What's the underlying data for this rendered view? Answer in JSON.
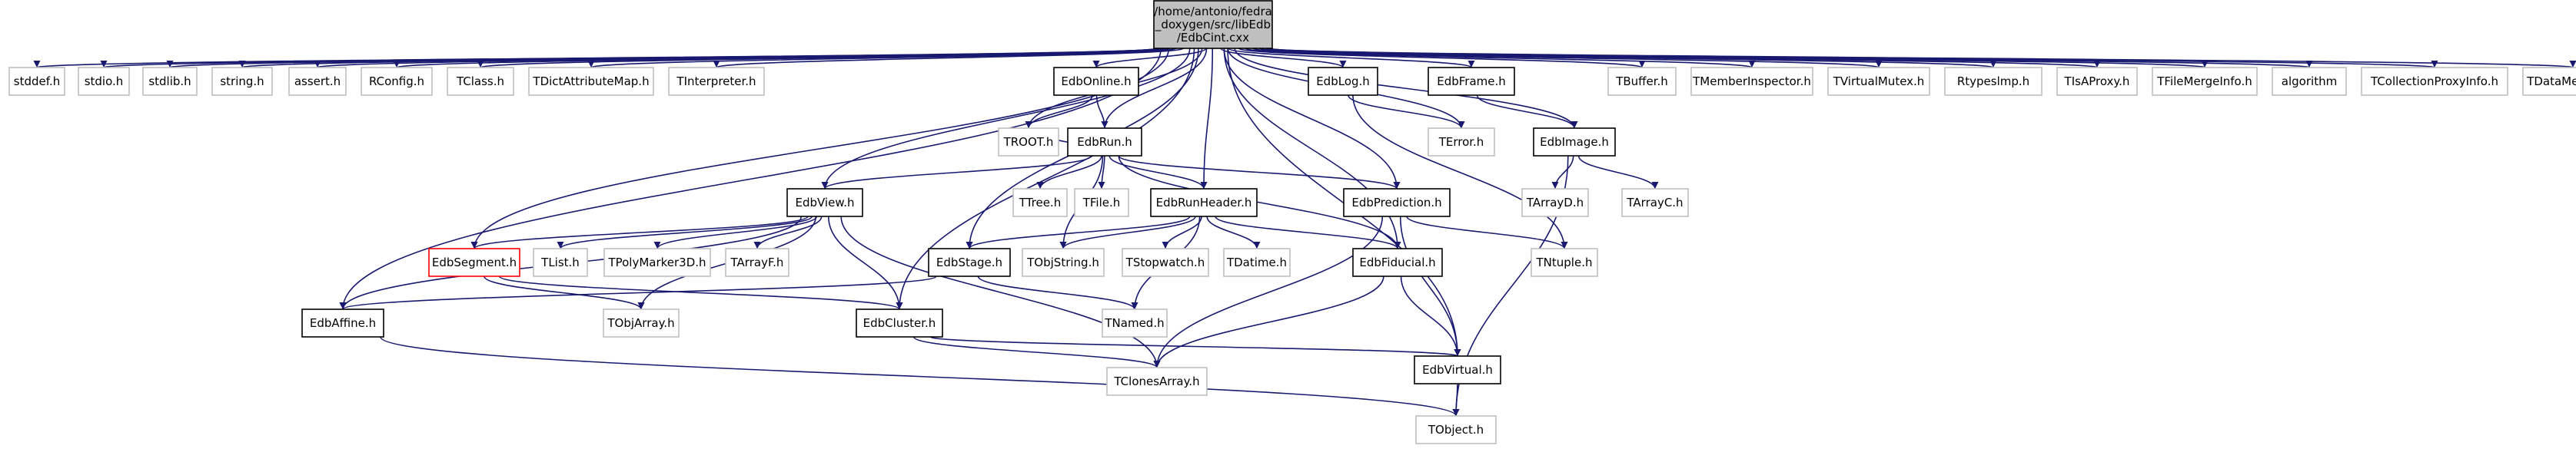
{
  "graph": {
    "root_label": [
      "/home/antonio/fedra",
      "_doxygen/src/libEdb",
      "/EdbCint.cxx"
    ],
    "nodes": [
      {
        "id": "root",
        "label": [
          "/home/antonio/fedra",
          "_doxygen/src/libEdb",
          "/EdbCint.cxx"
        ],
        "kind": "root"
      },
      {
        "id": "stddef",
        "label": [
          "stddef.h"
        ],
        "kind": "external"
      },
      {
        "id": "stdio",
        "label": [
          "stdio.h"
        ],
        "kind": "external"
      },
      {
        "id": "stdlib",
        "label": [
          "stdlib.h"
        ],
        "kind": "external"
      },
      {
        "id": "string",
        "label": [
          "string.h"
        ],
        "kind": "external"
      },
      {
        "id": "assert",
        "label": [
          "assert.h"
        ],
        "kind": "external"
      },
      {
        "id": "rconfig",
        "label": [
          "RConfig.h"
        ],
        "kind": "external"
      },
      {
        "id": "tclass",
        "label": [
          "TClass.h"
        ],
        "kind": "external"
      },
      {
        "id": "tdictattr",
        "label": [
          "TDictAttributeMap.h"
        ],
        "kind": "external"
      },
      {
        "id": "tinterp",
        "label": [
          "TInterpreter.h"
        ],
        "kind": "external"
      },
      {
        "id": "edbonline",
        "label": [
          "EdbOnline.h"
        ],
        "kind": "local"
      },
      {
        "id": "edblog",
        "label": [
          "EdbLog.h"
        ],
        "kind": "local"
      },
      {
        "id": "edbframe",
        "label": [
          "EdbFrame.h"
        ],
        "kind": "local"
      },
      {
        "id": "tbuffer",
        "label": [
          "TBuffer.h"
        ],
        "kind": "external"
      },
      {
        "id": "tmemberinsp",
        "label": [
          "TMemberInspector.h"
        ],
        "kind": "external"
      },
      {
        "id": "tvirtmutex",
        "label": [
          "TVirtualMutex.h"
        ],
        "kind": "external"
      },
      {
        "id": "rtypesimp",
        "label": [
          "Rtypeslmp.h"
        ],
        "kind": "external"
      },
      {
        "id": "tisaproxy",
        "label": [
          "TIsAProxy.h"
        ],
        "kind": "external"
      },
      {
        "id": "tfilemerge",
        "label": [
          "TFileMergeInfo.h"
        ],
        "kind": "external"
      },
      {
        "id": "algorithm",
        "label": [
          "algorithm"
        ],
        "kind": "external"
      },
      {
        "id": "tcollproxy",
        "label": [
          "TCollectionProxyInfo.h"
        ],
        "kind": "external"
      },
      {
        "id": "tdatamember",
        "label": [
          "TDataMember.h"
        ],
        "kind": "external"
      },
      {
        "id": "troot",
        "label": [
          "TROOT.h"
        ],
        "kind": "external"
      },
      {
        "id": "edbrun",
        "label": [
          "EdbRun.h"
        ],
        "kind": "local"
      },
      {
        "id": "terror",
        "label": [
          "TError.h"
        ],
        "kind": "external"
      },
      {
        "id": "edbimage",
        "label": [
          "EdbImage.h"
        ],
        "kind": "local"
      },
      {
        "id": "edbview",
        "label": [
          "EdbView.h"
        ],
        "kind": "local"
      },
      {
        "id": "ttree",
        "label": [
          "TTree.h"
        ],
        "kind": "external"
      },
      {
        "id": "tfile",
        "label": [
          "TFile.h"
        ],
        "kind": "external"
      },
      {
        "id": "edbrunheader",
        "label": [
          "EdbRunHeader.h"
        ],
        "kind": "local"
      },
      {
        "id": "edbprediction",
        "label": [
          "EdbPrediction.h"
        ],
        "kind": "local"
      },
      {
        "id": "tarrayd",
        "label": [
          "TArrayD.h"
        ],
        "kind": "external"
      },
      {
        "id": "tarrayc",
        "label": [
          "TArrayC.h"
        ],
        "kind": "external"
      },
      {
        "id": "edbsegment",
        "label": [
          "EdbSegment.h"
        ],
        "kind": "incomplete"
      },
      {
        "id": "tlist",
        "label": [
          "TList.h"
        ],
        "kind": "external"
      },
      {
        "id": "tpolymarker",
        "label": [
          "TPolyMarker3D.h"
        ],
        "kind": "external"
      },
      {
        "id": "tarrayf",
        "label": [
          "TArrayF.h"
        ],
        "kind": "external"
      },
      {
        "id": "edbstage",
        "label": [
          "EdbStage.h"
        ],
        "kind": "local"
      },
      {
        "id": "tobjstring",
        "label": [
          "TObjString.h"
        ],
        "kind": "external"
      },
      {
        "id": "tstopwatch",
        "label": [
          "TStopwatch.h"
        ],
        "kind": "external"
      },
      {
        "id": "tdatime",
        "label": [
          "TDatime.h"
        ],
        "kind": "external"
      },
      {
        "id": "edbfiducial",
        "label": [
          "EdbFiducial.h"
        ],
        "kind": "local"
      },
      {
        "id": "tntuple",
        "label": [
          "TNtuple.h"
        ],
        "kind": "external"
      },
      {
        "id": "edbaffine",
        "label": [
          "EdbAffine.h"
        ],
        "kind": "local"
      },
      {
        "id": "tobjarray",
        "label": [
          "TObjArray.h"
        ],
        "kind": "external"
      },
      {
        "id": "edbcluster",
        "label": [
          "EdbCluster.h"
        ],
        "kind": "local"
      },
      {
        "id": "tnamed",
        "label": [
          "TNamed.h"
        ],
        "kind": "external"
      },
      {
        "id": "tclonesarray",
        "label": [
          "TClonesArray.h"
        ],
        "kind": "external"
      },
      {
        "id": "edbvirtual",
        "label": [
          "EdbVirtual.h"
        ],
        "kind": "local"
      },
      {
        "id": "tobject",
        "label": [
          "TObject.h"
        ],
        "kind": "external"
      }
    ],
    "edges": [
      [
        "root",
        "stddef"
      ],
      [
        "root",
        "stdio"
      ],
      [
        "root",
        "stdlib"
      ],
      [
        "root",
        "string"
      ],
      [
        "root",
        "assert"
      ],
      [
        "root",
        "rconfig"
      ],
      [
        "root",
        "tclass"
      ],
      [
        "root",
        "tdictattr"
      ],
      [
        "root",
        "tinterp"
      ],
      [
        "root",
        "edbonline"
      ],
      [
        "root",
        "troot"
      ],
      [
        "root",
        "edbrun"
      ],
      [
        "root",
        "edbview"
      ],
      [
        "root",
        "edbsegment"
      ],
      [
        "root",
        "edbaffine"
      ],
      [
        "root",
        "edbstage"
      ],
      [
        "root",
        "edbcluster"
      ],
      [
        "root",
        "edbrunheader"
      ],
      [
        "root",
        "edbfiducial"
      ],
      [
        "root",
        "edbprediction"
      ],
      [
        "root",
        "edblog"
      ],
      [
        "root",
        "terror"
      ],
      [
        "root",
        "edbframe"
      ],
      [
        "root",
        "edbimage"
      ],
      [
        "root",
        "tbuffer"
      ],
      [
        "root",
        "tmemberinsp"
      ],
      [
        "root",
        "tvirtmutex"
      ],
      [
        "root",
        "rtypesimp"
      ],
      [
        "root",
        "tisaproxy"
      ],
      [
        "root",
        "tfilemerge"
      ],
      [
        "root",
        "algorithm"
      ],
      [
        "root",
        "tcollproxy"
      ],
      [
        "root",
        "tdatamember"
      ],
      [
        "root",
        "edbvirtual"
      ],
      [
        "edbonline",
        "troot"
      ],
      [
        "edbonline",
        "edbrun"
      ],
      [
        "edbrun",
        "troot"
      ],
      [
        "edbrun",
        "edbview"
      ],
      [
        "edbrun",
        "ttree"
      ],
      [
        "edbrun",
        "tfile"
      ],
      [
        "edbrun",
        "tobjstring"
      ],
      [
        "edbrun",
        "edbrunheader"
      ],
      [
        "edbrun",
        "edbprediction"
      ],
      [
        "edbrun",
        "edbfiducial"
      ],
      [
        "edblog",
        "terror"
      ],
      [
        "edblog",
        "tntuple"
      ],
      [
        "edbframe",
        "edbimage"
      ],
      [
        "edbimage",
        "tarrayd"
      ],
      [
        "edbimage",
        "tarrayc"
      ],
      [
        "edbimage",
        "tobject"
      ],
      [
        "edbview",
        "edbsegment"
      ],
      [
        "edbview",
        "tlist"
      ],
      [
        "edbview",
        "tpolymarker"
      ],
      [
        "edbview",
        "tarrayf"
      ],
      [
        "edbview",
        "edbcluster"
      ],
      [
        "edbview",
        "edbaffine"
      ],
      [
        "edbview",
        "tobjarray"
      ],
      [
        "edbview",
        "tclonesarray"
      ],
      [
        "edbsegment",
        "tobjarray"
      ],
      [
        "edbsegment",
        "edbcluster"
      ],
      [
        "edbrunheader",
        "edbstage"
      ],
      [
        "edbrunheader",
        "tobjstring"
      ],
      [
        "edbrunheader",
        "tstopwatch"
      ],
      [
        "edbrunheader",
        "tdatime"
      ],
      [
        "edbrunheader",
        "edbfiducial"
      ],
      [
        "edbrunheader",
        "tnamed"
      ],
      [
        "edbprediction",
        "tntuple"
      ],
      [
        "edbprediction",
        "edbvirtual"
      ],
      [
        "edbprediction",
        "tclonesarray"
      ],
      [
        "edbstage",
        "edbaffine"
      ],
      [
        "edbstage",
        "tnamed"
      ],
      [
        "edbfiducial",
        "edbvirtual"
      ],
      [
        "edbfiducial",
        "tclonesarray"
      ],
      [
        "edbaffine",
        "tobject"
      ],
      [
        "edbcluster",
        "tclonesarray"
      ],
      [
        "edbcluster",
        "edbvirtual"
      ],
      [
        "edbvirtual",
        "tobject"
      ]
    ]
  },
  "colors": {
    "edge": "#191970",
    "root_fill": "#bfbfbf",
    "local_border": "#000000",
    "external_border": "#bfbfbf",
    "incomplete_border": "#ff0000",
    "text": "#000000"
  }
}
